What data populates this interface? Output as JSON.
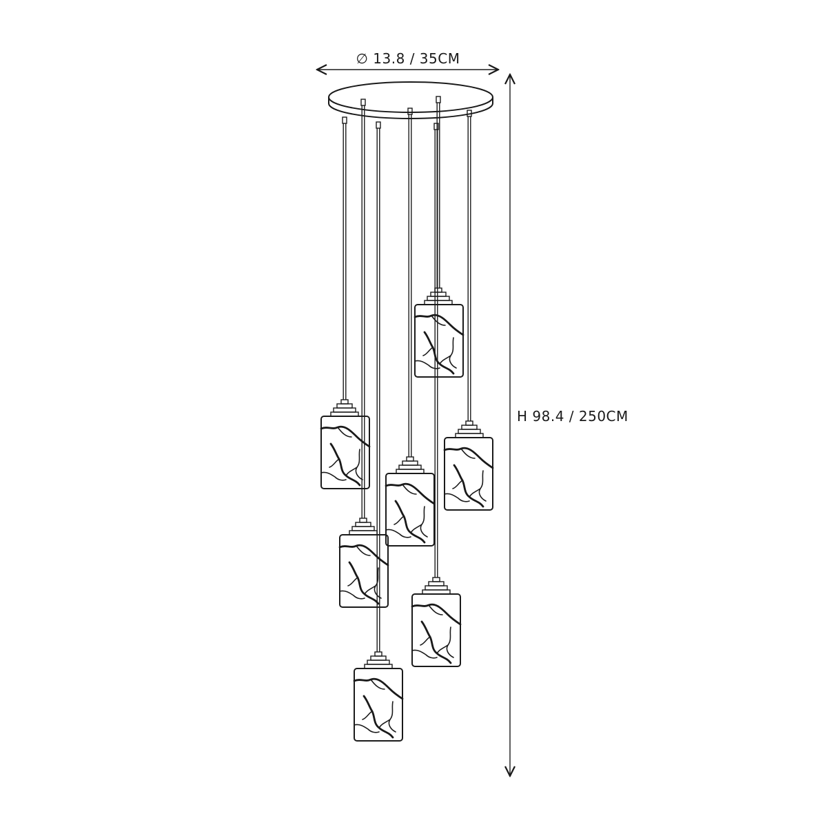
{
  "dimensions": {
    "diameter_label": "∅ 13.8 / 35CM",
    "height_label": "H 98.4 / 250CM"
  },
  "fixture": {
    "pendant_count": 7,
    "shade_style": "marble-veined glass cylinder"
  }
}
